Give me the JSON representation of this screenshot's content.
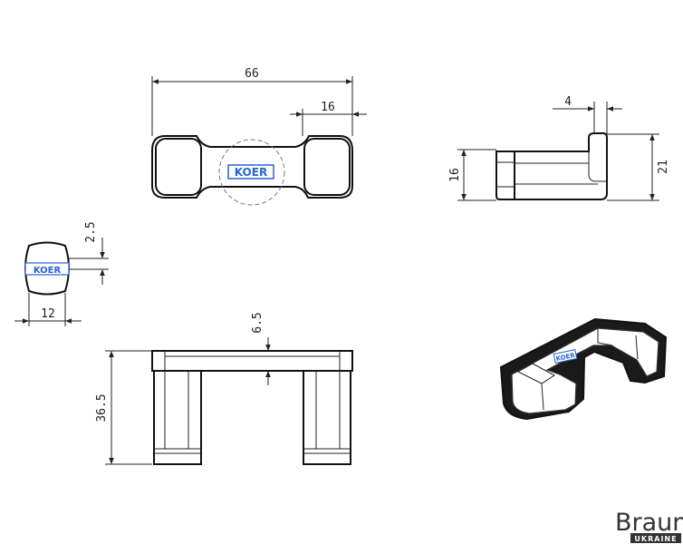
{
  "drawing": {
    "dimensions": {
      "top_width": "66",
      "top_hook_width": "16",
      "side_top_offset": "4",
      "side_left_height": "16",
      "side_right_height": "21",
      "small_top": "2.5",
      "small_width": "12",
      "front_thickness": "6.5",
      "front_height": "36.5"
    },
    "logo_text": "KOER",
    "accent_color": "#2a62d6"
  },
  "brand": {
    "name": "Brauni",
    "tagline": "UKRAINE"
  }
}
